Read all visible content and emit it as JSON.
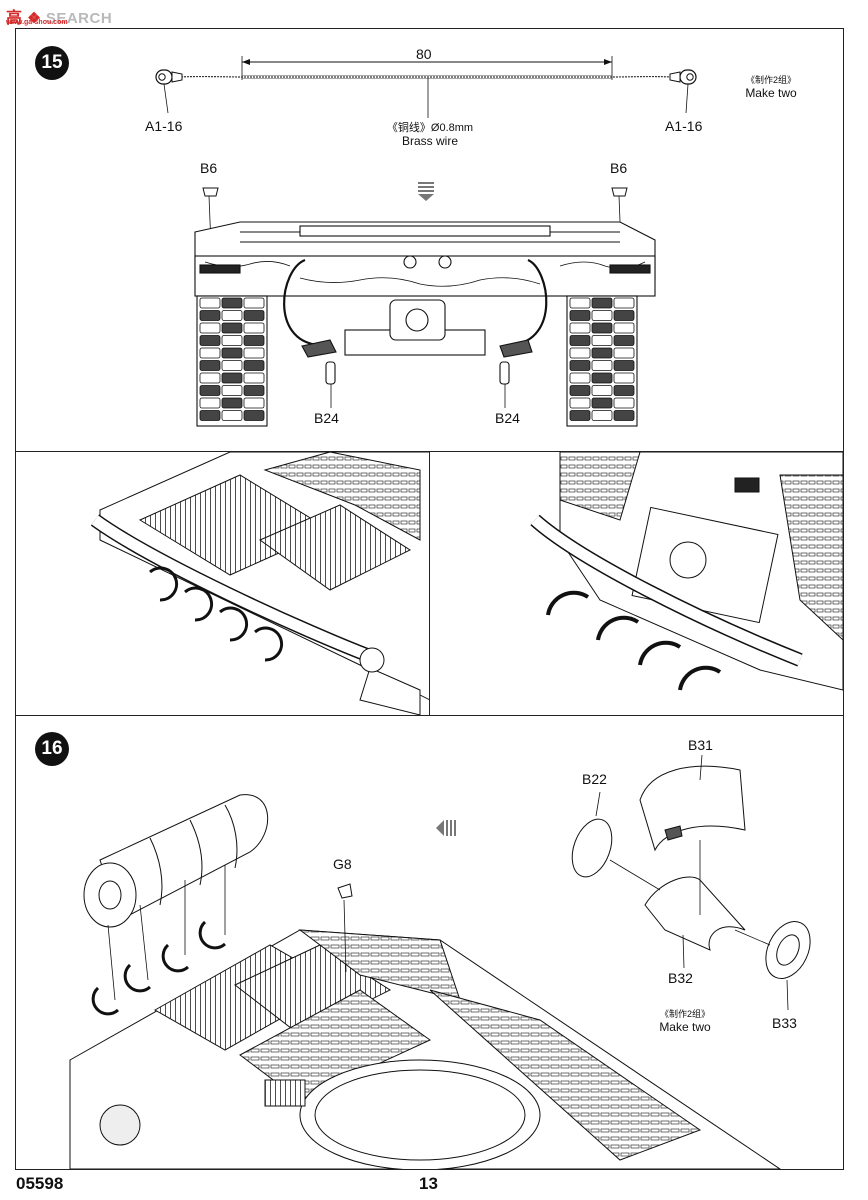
{
  "watermark": {
    "cn": "高",
    "brand": "SEARCH",
    "url": "www.ga-shou.com"
  },
  "step15": {
    "number": "15",
    "dimension": "80",
    "part_left": "A1-16",
    "part_right": "A1-16",
    "wire_cn": "《铜线》Ø0.8mm",
    "wire_en": "Brass wire",
    "make_cn": "《制作2组》",
    "make_en": "Make two",
    "b6_left": "B6",
    "b6_right": "B6",
    "b24_left": "B24",
    "b24_right": "B24"
  },
  "step16": {
    "number": "16",
    "g8": "G8",
    "b22": "B22",
    "b31": "B31",
    "b32": "B32",
    "b33": "B33",
    "make_cn": "《制作2组》",
    "make_en": "Make two"
  },
  "footer": {
    "code": "05598",
    "page": "13"
  }
}
